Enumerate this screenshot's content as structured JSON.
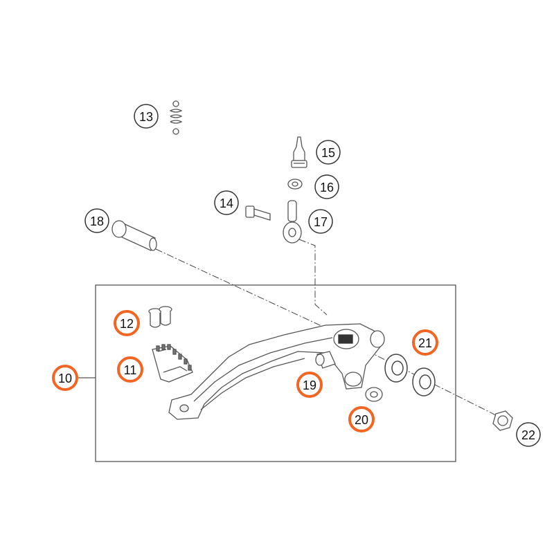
{
  "diagram": {
    "highlight_color": "#f26522",
    "normal_color": "#333333",
    "callouts": [
      {
        "id": "c13",
        "label": "13",
        "highlighted": false
      },
      {
        "id": "c15",
        "label": "15",
        "highlighted": false
      },
      {
        "id": "c16",
        "label": "16",
        "highlighted": false
      },
      {
        "id": "c14",
        "label": "14",
        "highlighted": false
      },
      {
        "id": "c17",
        "label": "17",
        "highlighted": false
      },
      {
        "id": "c18",
        "label": "18",
        "highlighted": false
      },
      {
        "id": "c12",
        "label": "12",
        "highlighted": true
      },
      {
        "id": "c11",
        "label": "11",
        "highlighted": true
      },
      {
        "id": "c10",
        "label": "10",
        "highlighted": true
      },
      {
        "id": "c19",
        "label": "19",
        "highlighted": true
      },
      {
        "id": "c21",
        "label": "21",
        "highlighted": true
      },
      {
        "id": "c20",
        "label": "20",
        "highlighted": true
      },
      {
        "id": "c22",
        "label": "22",
        "highlighted": false
      }
    ]
  }
}
